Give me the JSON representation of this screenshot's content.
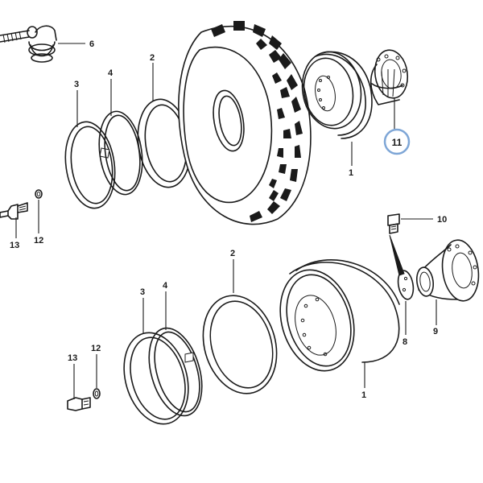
{
  "callouts": {
    "c1_upper": "1",
    "c2_upper": "2",
    "c3_upper": "3",
    "c4_upper": "4",
    "c6": "6",
    "c11": "11",
    "c12_upper": "12",
    "c13_upper": "13",
    "c10": "10",
    "c2_lower": "2",
    "c3_lower": "3",
    "c4_lower": "4",
    "c13_lower": "13",
    "c12_lower": "12",
    "c8": "8",
    "c9": "9",
    "c1_lower": "1"
  },
  "colors": {
    "line": "#1a1a1a",
    "highlight": "#7ea6d6",
    "background": "#ffffff"
  }
}
